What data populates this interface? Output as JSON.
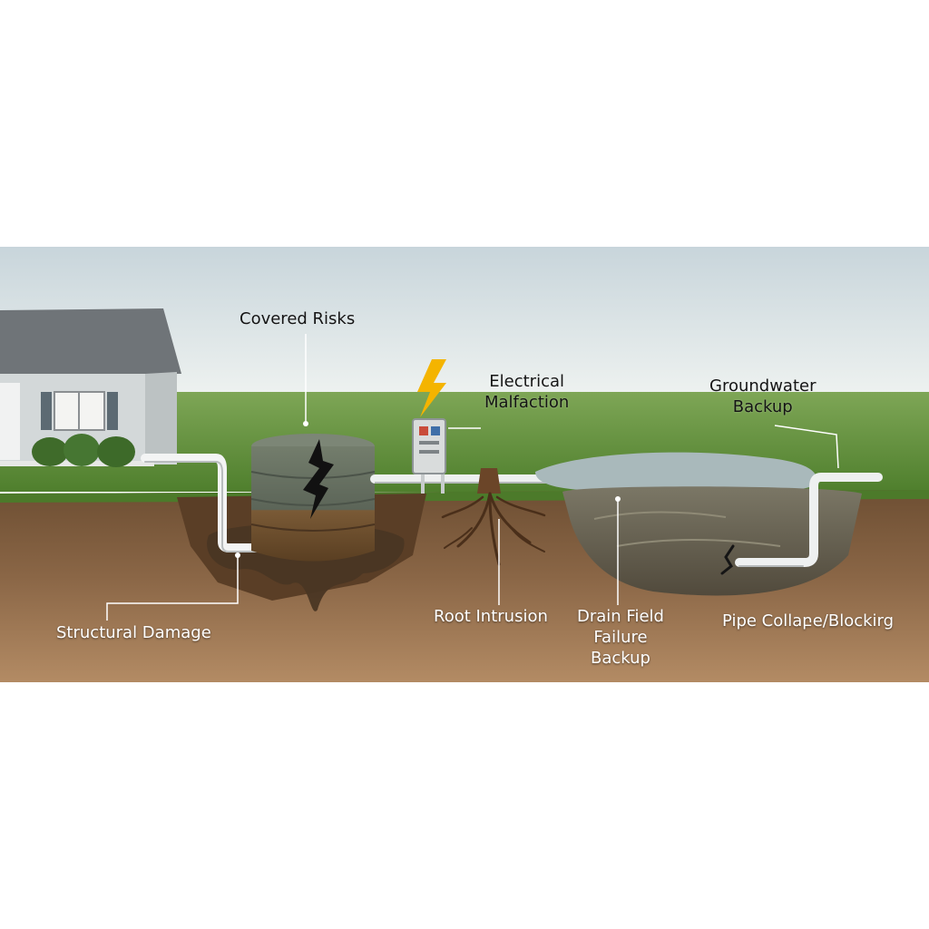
{
  "labels": {
    "covered_risks": "Covered Risks",
    "electrical": [
      "Electrical",
      "Malfaction"
    ],
    "groundwater": [
      "Groundwater",
      "Backup"
    ],
    "structural": "Structural Damage",
    "root": "Root Intrusion",
    "drain": [
      "Drain Field",
      "Failure",
      "Backup"
    ],
    "pipe": "Pipe Collaբe/Blockirg"
  },
  "colors": {
    "sky_top": "#c9d6dc",
    "sky_bottom": "#eef2f1",
    "grass": "#5f8f3a",
    "soil_top": "#7a5a3a",
    "soil_bottom": "#b58d66",
    "tank": "#65705f",
    "water": "#b7c6c8",
    "pipe": "#e6e8e8",
    "bolt": "#f4b400"
  }
}
